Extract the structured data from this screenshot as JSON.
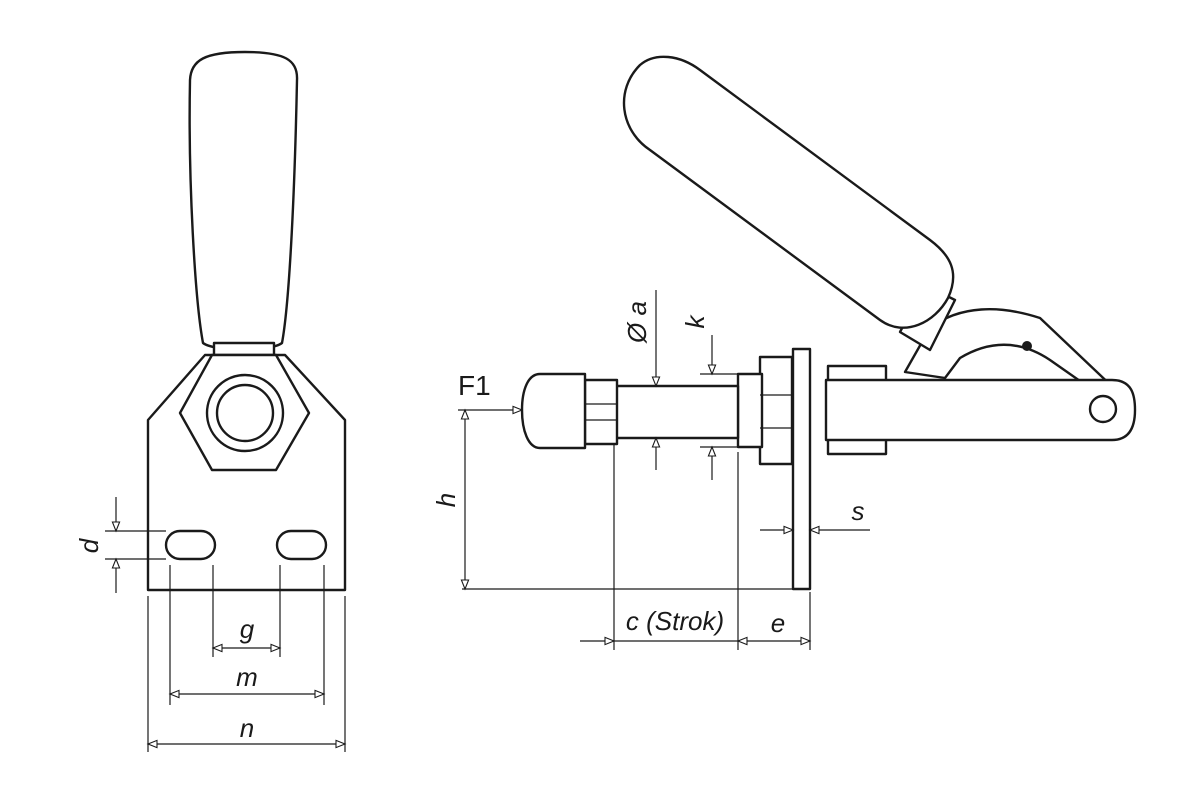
{
  "labels": {
    "d": "d",
    "g": "g",
    "m": "m",
    "n": "n",
    "F1": "F1",
    "h": "h",
    "dia_a": "Ø a",
    "k": "k",
    "c": "c (Strok)",
    "e": "e",
    "s": "s"
  },
  "colors": {
    "line": "#1a1a1a",
    "background": "#ffffff"
  }
}
